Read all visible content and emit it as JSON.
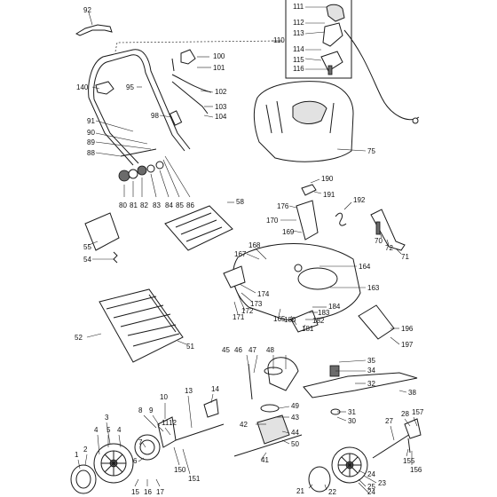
{
  "diagram": {
    "labels": [
      {
        "id": "92",
        "text": "92"
      },
      {
        "id": "110",
        "text": "110"
      },
      {
        "id": "111",
        "text": "111"
      },
      {
        "id": "112",
        "text": "112"
      },
      {
        "id": "113",
        "text": "113"
      },
      {
        "id": "114",
        "text": "114"
      },
      {
        "id": "115",
        "text": "115"
      },
      {
        "id": "116",
        "text": "116"
      },
      {
        "id": "100",
        "text": "100"
      },
      {
        "id": "101",
        "text": "101"
      },
      {
        "id": "102",
        "text": "102"
      },
      {
        "id": "103",
        "text": "103"
      },
      {
        "id": "104",
        "text": "104"
      },
      {
        "id": "140",
        "text": "140"
      },
      {
        "id": "95",
        "text": "95"
      },
      {
        "id": "98",
        "text": "98"
      },
      {
        "id": "91",
        "text": "91"
      },
      {
        "id": "90",
        "text": "90"
      },
      {
        "id": "89",
        "text": "89"
      },
      {
        "id": "88",
        "text": "88"
      },
      {
        "id": "75",
        "text": "75"
      },
      {
        "id": "80",
        "text": "80"
      },
      {
        "id": "81",
        "text": "81"
      },
      {
        "id": "82",
        "text": "82"
      },
      {
        "id": "83",
        "text": "83"
      },
      {
        "id": "84",
        "text": "84"
      },
      {
        "id": "85",
        "text": "85"
      },
      {
        "id": "86",
        "text": "86"
      },
      {
        "id": "190",
        "text": "190"
      },
      {
        "id": "191",
        "text": "191"
      },
      {
        "id": "192",
        "text": "192"
      },
      {
        "id": "176",
        "text": "176"
      },
      {
        "id": "170",
        "text": "170"
      },
      {
        "id": "169",
        "text": "169"
      },
      {
        "id": "58",
        "text": "58"
      },
      {
        "id": "55",
        "text": "55"
      },
      {
        "id": "54",
        "text": "54"
      },
      {
        "id": "168",
        "text": "168"
      },
      {
        "id": "167",
        "text": "167"
      },
      {
        "id": "70",
        "text": "70"
      },
      {
        "id": "72",
        "text": "72"
      },
      {
        "id": "71",
        "text": "71"
      },
      {
        "id": "164",
        "text": "164"
      },
      {
        "id": "163",
        "text": "163"
      },
      {
        "id": "174",
        "text": "174"
      },
      {
        "id": "173",
        "text": "173"
      },
      {
        "id": "172",
        "text": "172"
      },
      {
        "id": "171",
        "text": "171"
      },
      {
        "id": "165",
        "text": "165"
      },
      {
        "id": "184",
        "text": "184"
      },
      {
        "id": "183",
        "text": "183"
      },
      {
        "id": "182",
        "text": "182"
      },
      {
        "id": "180",
        "text": "180"
      },
      {
        "id": "181",
        "text": "181"
      },
      {
        "id": "196",
        "text": "196"
      },
      {
        "id": "197",
        "text": "197"
      },
      {
        "id": "52",
        "text": "52"
      },
      {
        "id": "51",
        "text": "51"
      },
      {
        "id": "45",
        "text": "45"
      },
      {
        "id": "46",
        "text": "46"
      },
      {
        "id": "47",
        "text": "47"
      },
      {
        "id": "48",
        "text": "48"
      },
      {
        "id": "35",
        "text": "35"
      },
      {
        "id": "34",
        "text": "34"
      },
      {
        "id": "32",
        "text": "32"
      },
      {
        "id": "38",
        "text": "38"
      },
      {
        "id": "49",
        "text": "49"
      },
      {
        "id": "43",
        "text": "43"
      },
      {
        "id": "42",
        "text": "42"
      },
      {
        "id": "44",
        "text": "44"
      },
      {
        "id": "50",
        "text": "50"
      },
      {
        "id": "41",
        "text": "41"
      },
      {
        "id": "31",
        "text": "31"
      },
      {
        "id": "30",
        "text": "30"
      },
      {
        "id": "10",
        "text": "10"
      },
      {
        "id": "13",
        "text": "13"
      },
      {
        "id": "14",
        "text": "14"
      },
      {
        "id": "8",
        "text": "8"
      },
      {
        "id": "9",
        "text": "9"
      },
      {
        "id": "11",
        "text": "11"
      },
      {
        "id": "12",
        "text": "12"
      },
      {
        "id": "3",
        "text": "3"
      },
      {
        "id": "4a",
        "text": "4"
      },
      {
        "id": "5",
        "text": "5"
      },
      {
        "id": "4b",
        "text": "4"
      },
      {
        "id": "2",
        "text": "2"
      },
      {
        "id": "1",
        "text": "1"
      },
      {
        "id": "7",
        "text": "7"
      },
      {
        "id": "6",
        "text": "6"
      },
      {
        "id": "150",
        "text": "150"
      },
      {
        "id": "151",
        "text": "151"
      },
      {
        "id": "15",
        "text": "15"
      },
      {
        "id": "16",
        "text": "16"
      },
      {
        "id": "17",
        "text": "17"
      },
      {
        "id": "27",
        "text": "27"
      },
      {
        "id": "28",
        "text": "28"
      },
      {
        "id": "157",
        "text": "157"
      },
      {
        "id": "155",
        "text": "155"
      },
      {
        "id": "156",
        "text": "156"
      },
      {
        "id": "24a",
        "text": "24"
      },
      {
        "id": "23",
        "text": "23"
      },
      {
        "id": "25",
        "text": "25"
      },
      {
        "id": "24b",
        "text": "24"
      },
      {
        "id": "21",
        "text": "21"
      },
      {
        "id": "22",
        "text": "22"
      }
    ]
  }
}
